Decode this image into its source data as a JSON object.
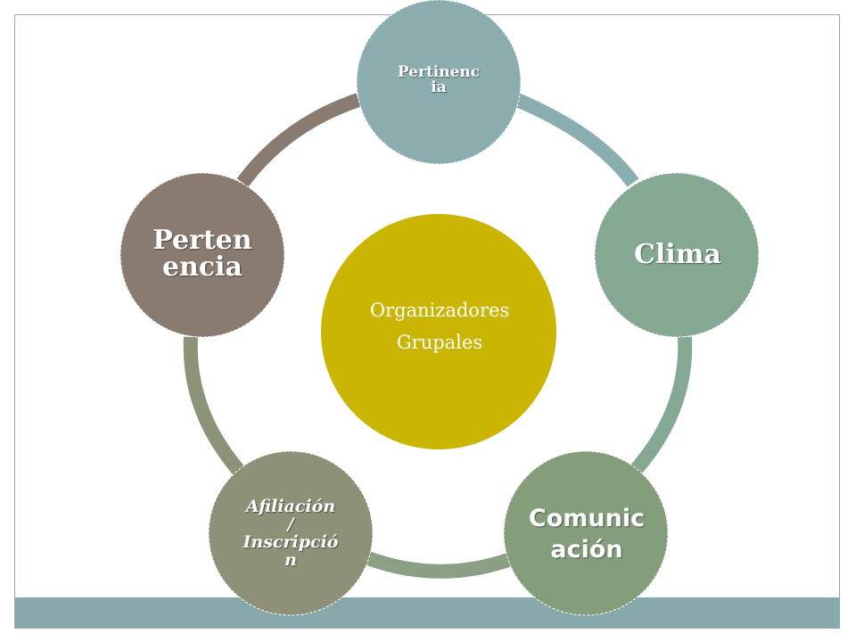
{
  "center": {
    "line1": "Organizadores",
    "line2": "Grupales",
    "color": "#c9b502"
  },
  "nodes": [
    {
      "label": "Pertinencia",
      "lines": [
        "Pertinenc",
        "ia"
      ],
      "color": "#8badae"
    },
    {
      "label": "Clima",
      "lines": [
        "Clima"
      ],
      "color": "#85a893"
    },
    {
      "label": "Comunicación",
      "lines": [
        "Comunic",
        "ación"
      ],
      "color": "#849e7b"
    },
    {
      "label": "Afiliación / Inscripción",
      "lines": [
        "Afiliación",
        "/",
        "Inscripció",
        "n"
      ],
      "color": "#8f9078"
    },
    {
      "label": "Pertenencia",
      "lines": [
        "Perten",
        "encia"
      ],
      "color": "#8a7b70"
    }
  ],
  "ring_colors": [
    "#8aaeb0",
    "#85a893",
    "#8a9f83",
    "#8b9378",
    "#8a7b70"
  ],
  "bottom_bar_color": "#87a9ab"
}
